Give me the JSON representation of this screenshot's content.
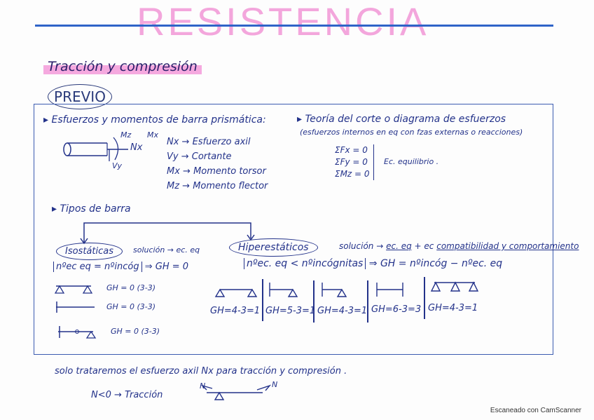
{
  "header": {
    "title": "RESISTENCIA",
    "subtitle": "Tracción y compresión",
    "section": "PREVIO"
  },
  "left_block": {
    "heading": "Esfuerzos y momentos de barra prismática:",
    "diagram_labels": [
      "Mz",
      "Mx",
      "Nx",
      "Vy"
    ],
    "definitions": [
      "Nx → Esfuerzo axil",
      "Vy → Cortante",
      "Mx → Momento torsor",
      "Mz → Momento flector"
    ]
  },
  "right_block": {
    "heading": "Teoría del corte o diagrama de esfuerzos",
    "note": "(esfuerzos internos en eq con fzas externas o reacciones)",
    "equations": [
      "ΣFx = 0",
      "ΣFy = 0",
      "ΣMz = 0"
    ],
    "equations_label": "Ec. equilibrio ."
  },
  "bar_types": {
    "heading": "Tipos de barra",
    "isostatic": {
      "label": "Isostáticas",
      "solution": "solución → ec. eq",
      "condition": "nºec eq = nºincóg",
      "result": "⇒ GH = 0",
      "cases": [
        "GH = 0 (3-3)",
        "GH = 0 (3-3)",
        "GH = 0 (3-3)"
      ]
    },
    "hyperstatic": {
      "label": "Hiperestáticos",
      "solution_prefix": "solución →",
      "solution_a": "ec. eq",
      "solution_plus": "+ ec",
      "solution_b": "compatibilidad y comportamiento",
      "condition": "nºec. eq < nºincógnitas",
      "result": "⇒ GH = nºincóg − nºec. eq",
      "cases": [
        "GH=4-3=1",
        "GH=5-3=1",
        "GH=4-3=1",
        "GH=6-3=3",
        "GH=4-3=1"
      ]
    }
  },
  "footer_notes": {
    "line1": "solo trataremos el esfuerzo axil Nx para tracción y compresión .",
    "line2": "N<0 → Tracción",
    "n_label": "N"
  },
  "watermark": "Escaneado con CamScanner"
}
